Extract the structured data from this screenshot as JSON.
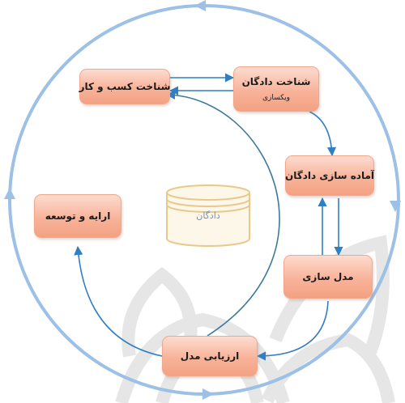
{
  "nodes": {
    "business": {
      "title": "شناخت کسب و کار"
    },
    "data_understanding": {
      "title": "شناخت دادگان",
      "subtitle": "ویکسازی"
    },
    "data_prep": {
      "title": "آماده سازی دادگان"
    },
    "modeling": {
      "title": "مدل سازی"
    },
    "evaluation": {
      "title": "ارزیابی مدل"
    },
    "deployment": {
      "title": "ارایه و توسعه"
    }
  },
  "database": {
    "label": "دادگان"
  },
  "colors": {
    "cycle": "#9cc0e6",
    "arrow": "#2f7fc4",
    "flow_curve": "#3d7a9c",
    "node_fill": "#f8b39a",
    "db_outline": "#e8c98a",
    "watermark": "#e3e3e3"
  }
}
